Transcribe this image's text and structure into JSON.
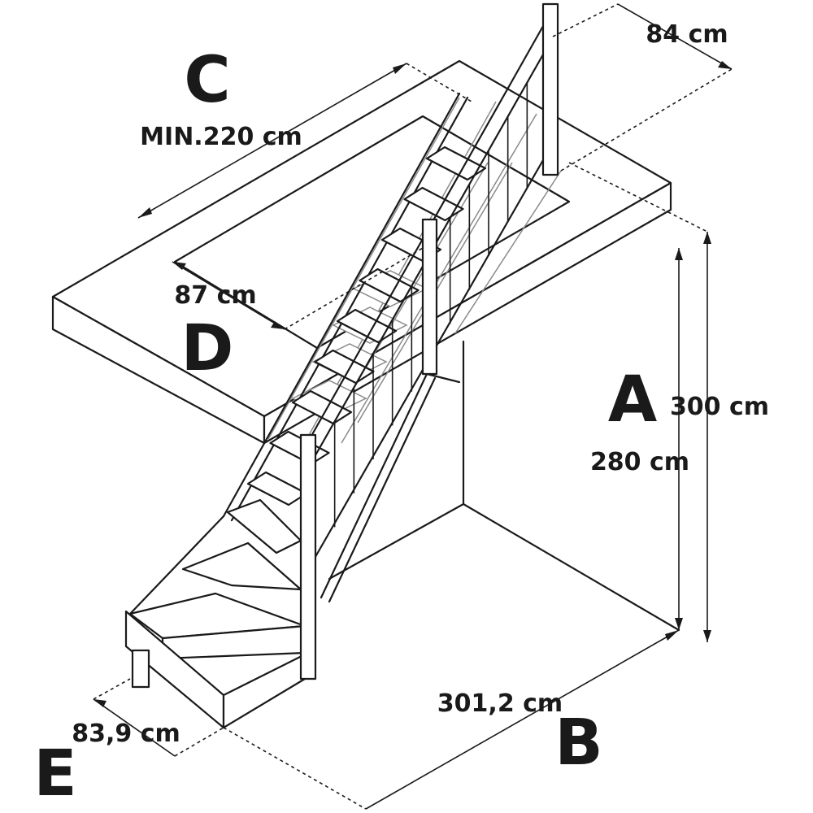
{
  "labels": {
    "A": {
      "letter": "A",
      "values": [
        "300 cm",
        "280 cm"
      ]
    },
    "B": {
      "letter": "B",
      "values": [
        "301,2 cm"
      ]
    },
    "C": {
      "letter": "C",
      "values": [
        "MIN.220 cm"
      ]
    },
    "D": {
      "letter": "D",
      "values": [
        "87 cm"
      ]
    },
    "E": {
      "letter": "E",
      "values": [
        "83,9 cm"
      ]
    },
    "top_width": "84 cm"
  },
  "colors": {
    "ink": "#1a1a1a",
    "ghost": "#8a8a8a",
    "background": "#ffffff"
  }
}
